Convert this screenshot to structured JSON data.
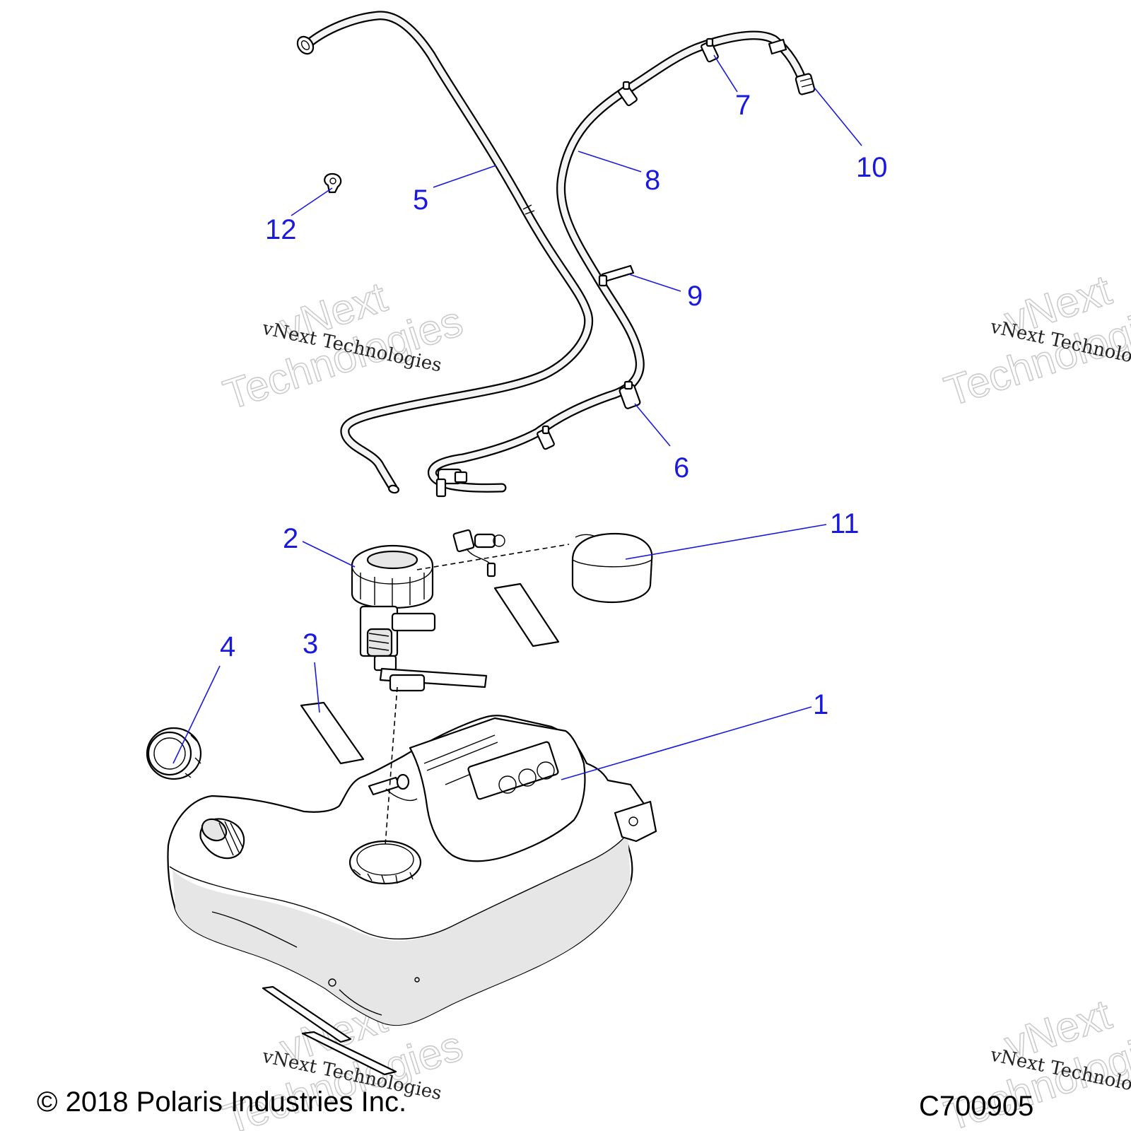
{
  "callouts": {
    "c1": "1",
    "c2": "2",
    "c3": "3",
    "c4": "4",
    "c5": "5",
    "c6": "6",
    "c7": "7",
    "c8": "8",
    "c9": "9",
    "c10": "10",
    "c11": "11",
    "c12": "12"
  },
  "watermark": {
    "line": "vNext Technologies",
    "big_top": "vNext",
    "big_bottom": "Technologies"
  },
  "footer": {
    "copyright": "© 2018 Polaris Industries Inc.",
    "diagram_code": "C700905"
  },
  "colors": {
    "callout": "#1a1adf",
    "line_art": "#000000"
  }
}
